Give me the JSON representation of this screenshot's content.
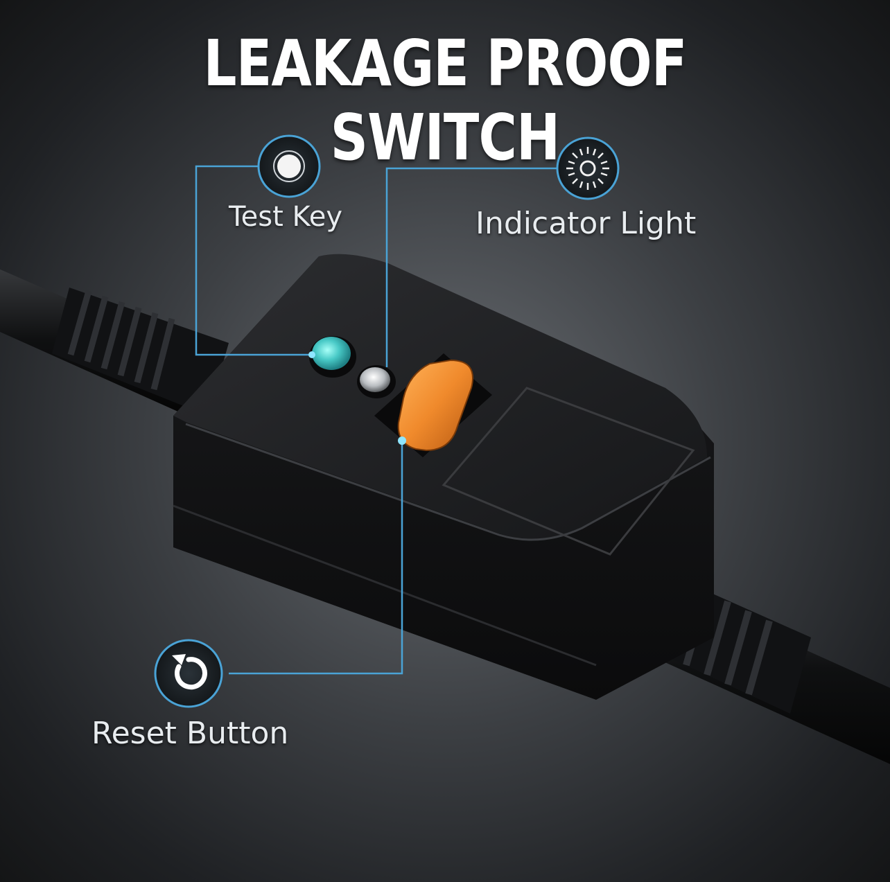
{
  "headline": "LEAKAGE PROOF SWITCH",
  "callouts": {
    "test_key": "Test Key",
    "indicator_light": "Indicator Light",
    "reset_button": "Reset Button"
  },
  "colors": {
    "callout_line": "#4aa3d6",
    "test_key_button": "#48c9c6",
    "reset_button": "#f08a2c",
    "housing": "#1b1c1e"
  }
}
